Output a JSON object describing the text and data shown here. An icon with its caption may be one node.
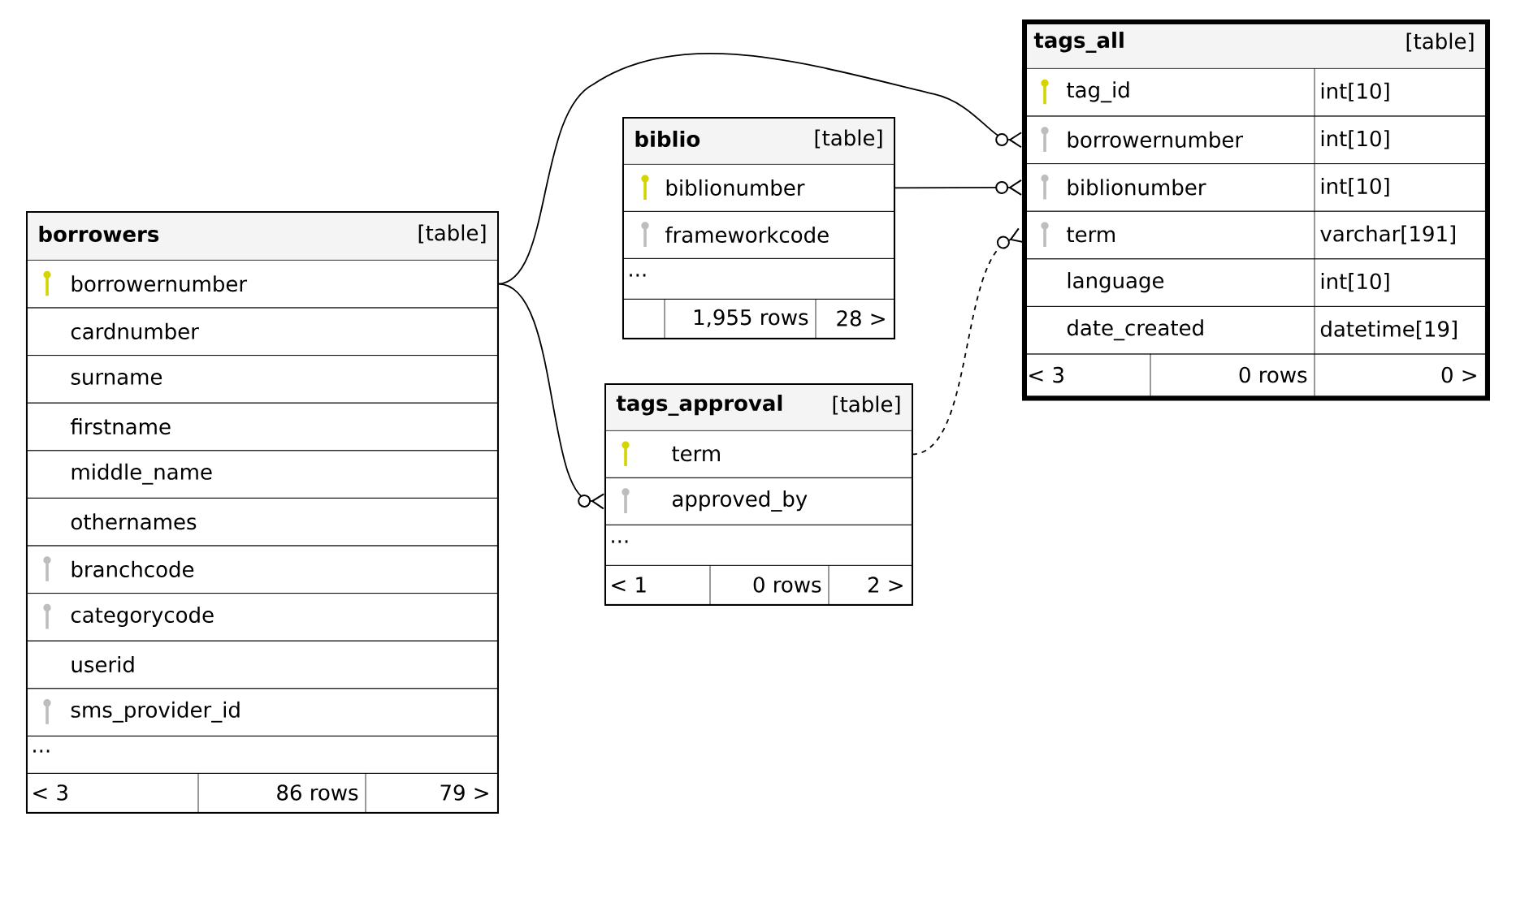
{
  "diagram": {
    "nodes": [
      {
        "text": [
          "borrowers",
          "[table]"
        ]
      },
      {
        "text": [
          "borrowernumber"
        ],
        "in": 0
      },
      {
        "text": [
          "cardnumber"
        ],
        "in": 0
      },
      {
        "text": [
          "surname"
        ],
        "in": 0
      },
      {
        "text": [
          "firstname"
        ],
        "in": 0
      },
      {
        "text": [
          "middle_name"
        ],
        "in": 0
      },
      {
        "text": [
          "othernames"
        ],
        "in": 0
      },
      {
        "text": [
          "branchcode"
        ],
        "in": 0
      },
      {
        "text": [
          "categorycode"
        ],
        "in": 0
      },
      {
        "text": [
          "userid"
        ],
        "in": 0
      },
      {
        "text": [
          "sms_provider_id"
        ],
        "in": 0
      },
      {
        "text": [
          "..."
        ],
        "in": 0
      },
      {
        "text": [
          "< 3",
          "86 rows",
          "79 >"
        ],
        "in": 0
      },
      {
        "text": [
          "biblio",
          "[table]"
        ]
      },
      {
        "text": [
          "biblionumber"
        ],
        "in": 13
      },
      {
        "text": [
          "frameworkcode"
        ],
        "in": 13
      },
      {
        "text": [
          "..."
        ],
        "in": 13
      },
      {
        "text": [
          "1,955 rows",
          "28 >"
        ],
        "in": 13
      },
      {
        "text": [
          "tags_approval",
          "[table]"
        ]
      },
      {
        "text": [
          "term"
        ],
        "in": 18
      },
      {
        "text": [
          "approved_by"
        ],
        "in": 18
      },
      {
        "text": [
          "..."
        ],
        "in": 18
      },
      {
        "text": [
          "< 1",
          "0 rows",
          "2 >"
        ],
        "in": 18
      },
      {
        "text": [
          "tags_all",
          "[table]"
        ]
      },
      {
        "text": [
          "tag_id",
          "int[10]"
        ],
        "in": 23
      },
      {
        "text": [
          "borrowernumber",
          "int[10]"
        ],
        "in": 23
      },
      {
        "text": [
          "biblionumber",
          "int[10]"
        ],
        "in": 23
      },
      {
        "text": [
          "term",
          "varchar[191]"
        ],
        "in": 23
      },
      {
        "text": [
          "language",
          "int[10]"
        ],
        "in": 23
      },
      {
        "text": [
          "date_created",
          "datetime[19]"
        ],
        "in": 23
      },
      {
        "text": [
          "< 3",
          "0 rows",
          "0 >"
        ],
        "in": 23
      }
    ],
    "edges": [
      {
        "from": 1,
        "to": 25,
        "arrow": "other"
      },
      {
        "from": 14,
        "to": 26,
        "arrow": "other"
      },
      {
        "from": 1,
        "to": 20,
        "arrow": "other"
      },
      {
        "from": 19,
        "to": 27,
        "arrow": "other",
        "style": "dashed"
      }
    ]
  }
}
